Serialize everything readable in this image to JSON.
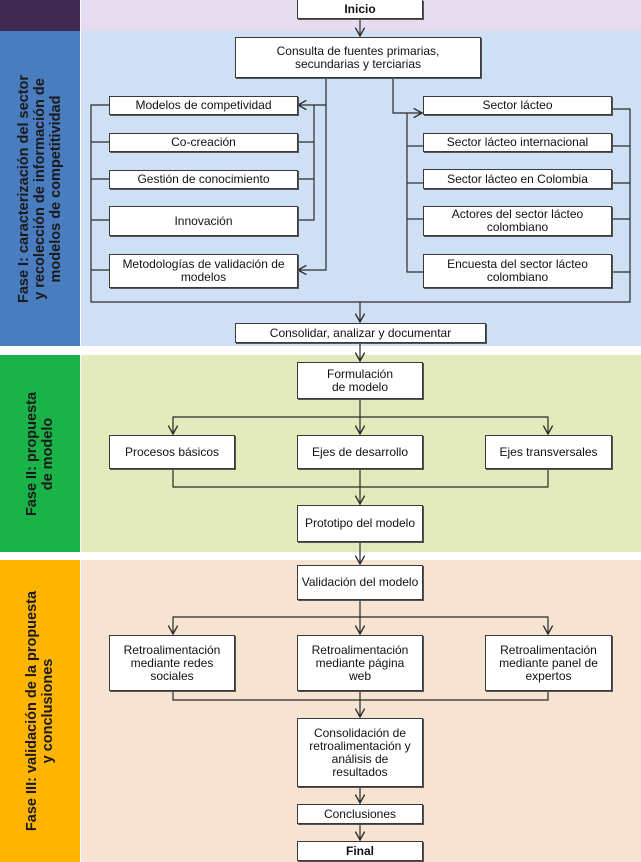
{
  "colors": {
    "top_strip": "#3f2a52",
    "top_area": "#e6dcef",
    "phase1_strip": "#4a7cc0",
    "phase1_area": "#cfe0f5",
    "phase2_strip": "#1ab34a",
    "phase2_area": "#e3ebbd",
    "phase3_strip": "#ffb400",
    "phase3_area": "#f6e3d2"
  },
  "phases": {
    "phase1": "Fase I: caracterización del sector\ny recolección de información de\nmodelos de competitividad",
    "phase2": "Fase II: propuesta\nde modelo",
    "phase3": "Fase III: validación de la propuesta\ny conclusiones"
  },
  "nodes": {
    "inicio": "Inicio",
    "consulta": "Consulta de fuentes primarias, secundarias y terciarias",
    "left_group": [
      "Modelos de competividad",
      "Co-creación",
      "Gestión de conocimiento",
      "Innovación",
      "Metodologías de validación de modelos"
    ],
    "right_group": [
      "Sector lácteo",
      "Sector lácteo internacional",
      "Sector lácteo en Colombia",
      "Actores del sector lácteo colombiano",
      "Encuesta del sector lácteo colombiano"
    ],
    "consolidar": "Consolidar, analizar y documentar",
    "formulacion": "Formulación de modelo",
    "phase2_branches": [
      "Procesos básicos",
      "Ejes de desarrollo",
      "Ejes transversales"
    ],
    "prototipo": "Prototipo del modelo",
    "validacion": "Validación del modelo",
    "phase3_branches": [
      "Retroalimentación mediante redes sociales",
      "Retroalimentación mediante página web",
      "Retroalimentación mediante panel de expertos"
    ],
    "consolidacion": "Consolidación de retroalimentación y análisis de resultados",
    "conclusiones": "Conclusiones",
    "final": "Final"
  }
}
